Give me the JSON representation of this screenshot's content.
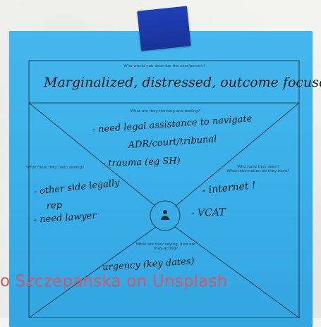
{
  "canvas": {
    "title_prompt": "Who would you describe the user/person?",
    "center_prompt": "What are they thinking and feeling?",
    "left_prompt": "What have they been seeing?",
    "right_prompt_1": "Who have they seen?",
    "right_prompt_2": "What information do they have?",
    "bottom_prompt_1": "What are they saying, how are",
    "bottom_prompt_2": "they acting?"
  },
  "notes": {
    "top": "Marginalized, distressed, outcome focused",
    "mid_line1": "- need legal assistance to navigate",
    "mid_line2": "ADR/court/tribunal",
    "mid_line3": "- trauma (eg SH)",
    "left_line1": "- other side legally",
    "left_line2": "rep",
    "left_line3": "- need lawyer",
    "right_line1": "- internet !",
    "right_line2": "- VCAT",
    "bottom_line1": "- urgency (key dates)"
  },
  "credit": {
    "text": "o Szczepanska on Unsplash"
  },
  "colors": {
    "paper": "#3aaee8",
    "tape": "#1f3fb6",
    "credit": "#d35a6d"
  }
}
